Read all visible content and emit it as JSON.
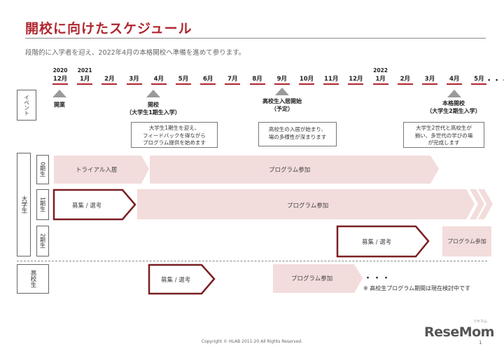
{
  "header": {
    "title": "開校に向けたスケジュール",
    "subtitle": "段階的に入学者を迎え、2022年4月の本格開校へ準備を進めて参ります。"
  },
  "timeline": {
    "years": [
      "2020",
      "2021",
      "2022"
    ],
    "months": [
      "12月",
      "1月",
      "2月",
      "3月",
      "4月",
      "5月",
      "6月",
      "7月",
      "8月",
      "9月",
      "10月",
      "11月",
      "12月",
      "1月",
      "2月",
      "3月",
      "4月",
      "5月"
    ],
    "ellipsis": "・・・"
  },
  "rows": {
    "event": "イベント",
    "university": "大学生",
    "gen0": "0期生",
    "gen1": "1期生",
    "gen2": "2期生",
    "highschool": "高校生"
  },
  "events": {
    "open": "開業",
    "school_open": "開校",
    "school_open_sub": "（大学生1期生入学）",
    "hs_start": "高校生入居開始",
    "hs_start_sub": "（予定）",
    "full_open": "本格開校",
    "full_open_sub": "（大学生2期生入学）"
  },
  "notes": {
    "n1": "大学生1期生を迎え、\nフィードバックを得ながら\nプログラム提供を始めます",
    "n2": "高校生の入居が始まり、\n場の多様性が深まります",
    "n3": "大学生2世代と高校生が\n揃い、多世代の学びの場\nが完成します"
  },
  "bars": {
    "trial": "トライアル入居",
    "program": "プログラム参加",
    "recruit": "募集 / 選考",
    "hs_dots": "・・・",
    "hs_note": "※ 高校生プログラム期間は現在検討中です"
  },
  "colors": {
    "accent": "#b0262f",
    "bar_fill": "#f3dcdc",
    "outline": "#7a1f24",
    "triangle": "#9a9a9a"
  },
  "footer": {
    "copyright": "Copyright © HLAB 2011-20 All Rights Reserved.",
    "logo": "ReseMom",
    "logo_sub": "リセマム",
    "page": "1"
  }
}
